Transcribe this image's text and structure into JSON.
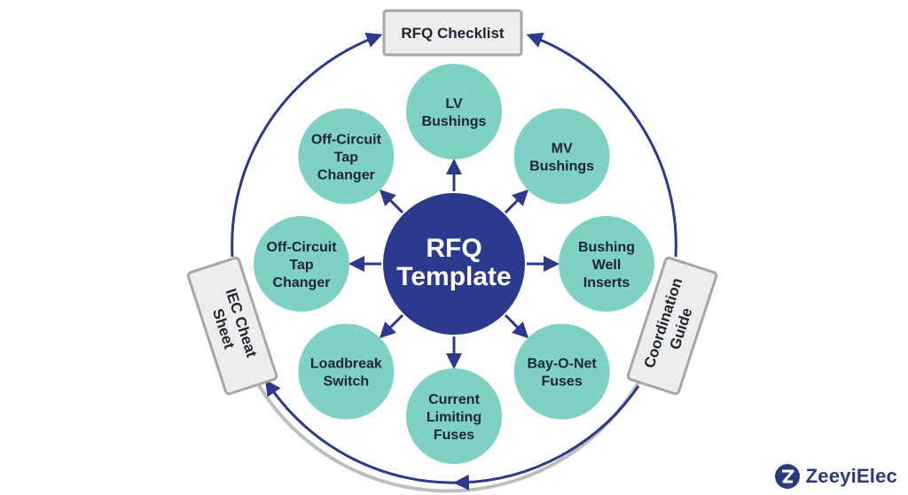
{
  "colors": {
    "navy": "#2b3a8c",
    "teal": "#7fd0c5",
    "box_fill": "#ededed",
    "box_stroke": "#a6a6a6",
    "ring_gray": "#bdbdbd",
    "text": "#1d2530"
  },
  "center": {
    "lines": [
      "RFQ",
      "Template"
    ]
  },
  "nodes": [
    {
      "id": "lv-bushings",
      "lines": [
        "LV",
        "Bushings"
      ]
    },
    {
      "id": "mv-bushings",
      "lines": [
        "MV",
        "Bushings"
      ]
    },
    {
      "id": "bushing-well-inserts",
      "lines": [
        "Bushing",
        "Well",
        "Inserts"
      ]
    },
    {
      "id": "bay-o-net-fuses",
      "lines": [
        "Bay-O-Net",
        "Fuses"
      ]
    },
    {
      "id": "current-limiting-fuses",
      "lines": [
        "Current",
        "Limiting",
        "Fuses"
      ]
    },
    {
      "id": "loadbreak-switch",
      "lines": [
        "Loadbreak",
        "Switch"
      ]
    },
    {
      "id": "off-circuit-tap-changer-1",
      "lines": [
        "Off-Circuit",
        "Tap",
        "Changer"
      ]
    },
    {
      "id": "off-circuit-tap-changer-2",
      "lines": [
        "Off-Circuit",
        "Tap",
        "Changer"
      ]
    }
  ],
  "outer_boxes": {
    "top": {
      "lines": [
        "RFQ Checklist"
      ]
    },
    "left": {
      "lines": [
        "IEC Cheat",
        "Sheet"
      ]
    },
    "right": {
      "lines": [
        "Coordination",
        "Guide"
      ]
    }
  },
  "logo": {
    "text": "ZeeyiElec",
    "icon": "z-logo-icon"
  }
}
